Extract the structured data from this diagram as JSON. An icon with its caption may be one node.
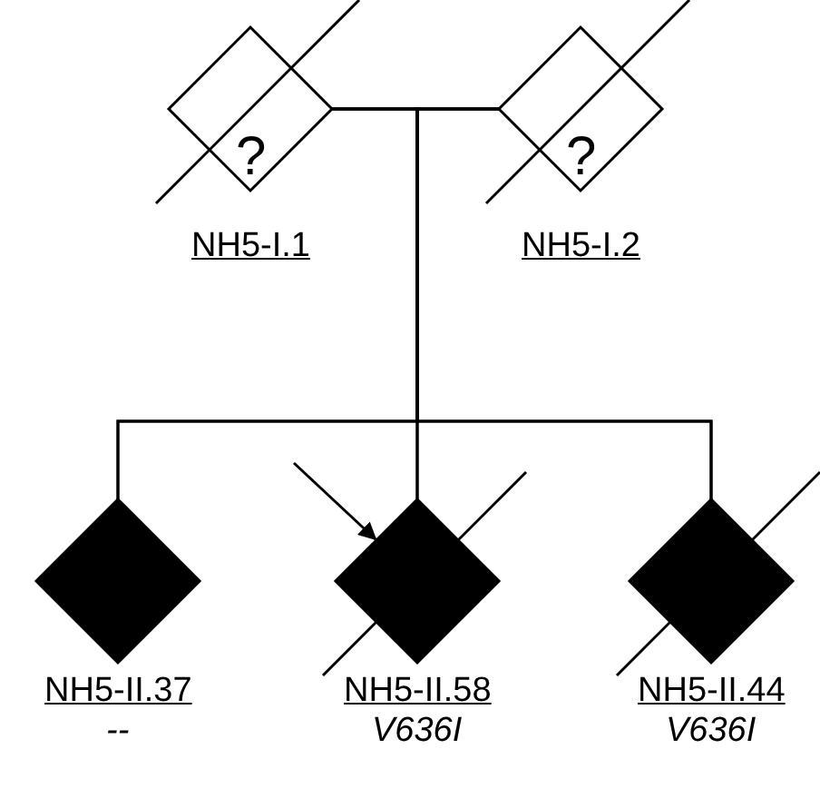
{
  "diagram": {
    "nodes": [
      {
        "text": [
          "?"
        ],
        "beside": [
          "NH5-I.1"
        ]
      },
      {
        "text": [
          "?"
        ],
        "beside": [
          "NH5-I.2"
        ]
      },
      {
        "text": [],
        "shape": "diamond",
        "beside": [
          "NH5-II.37",
          "--"
        ]
      },
      {
        "text": [],
        "shape": "diamond",
        "beside": [
          "NH5-II.58",
          "V636I"
        ]
      },
      {
        "text": [],
        "shape": "diamond",
        "beside": [
          "NH5-II.44",
          "V636I"
        ]
      }
    ],
    "edges": [
      {
        "from": 0,
        "to": 1,
        "arrow": "none"
      },
      {
        "from": 0,
        "to": 2,
        "arrow": "none"
      },
      {
        "from": 0,
        "to": 3,
        "arrow": "none"
      },
      {
        "from": 0,
        "to": 4,
        "arrow": "none"
      },
      {
        "from": 1,
        "to": 2,
        "arrow": "none"
      },
      {
        "from": 1,
        "to": 3,
        "arrow": "none"
      },
      {
        "from": 1,
        "to": 4,
        "arrow": "none"
      },
      {
        "from": null,
        "to": 3,
        "arrow": "to"
      }
    ]
  }
}
